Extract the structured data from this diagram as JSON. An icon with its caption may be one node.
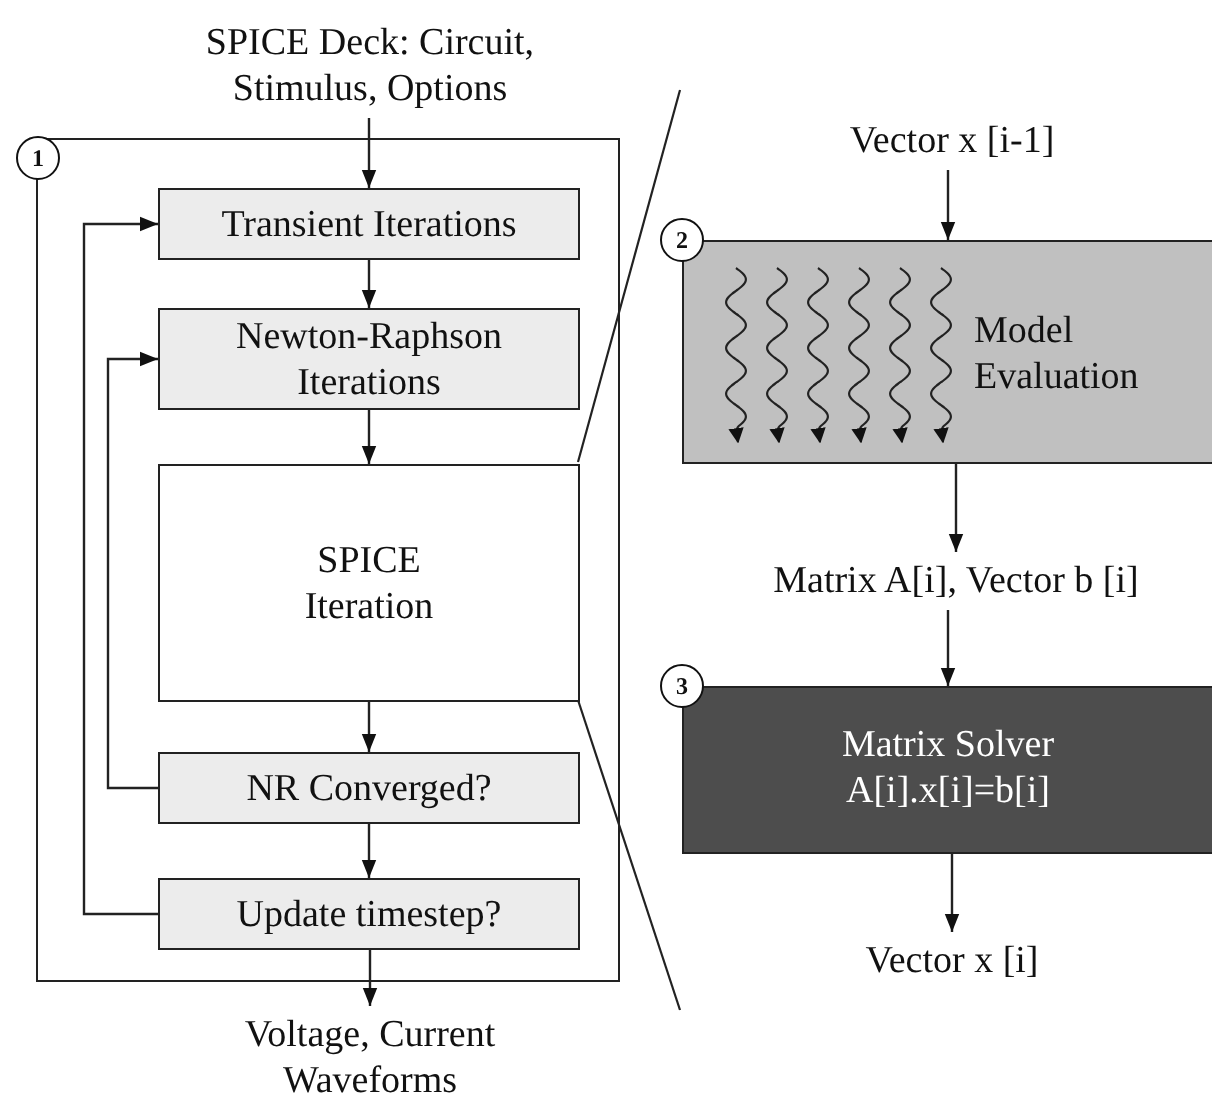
{
  "diagram": {
    "nodes": [
      {
        "text": [
          "SPICE Deck: Circuit, Stimulus, Options"
        ]
      },
      {
        "text": [
          "1"
        ]
      },
      {
        "text": [
          "Transient Iterations"
        ],
        "in": 1
      },
      {
        "text": [
          "Newton-Raphson Iterations"
        ],
        "in": 1
      },
      {
        "text": [
          "SPICE Iteration"
        ],
        "in": 1
      },
      {
        "text": [
          "NR Converged?"
        ],
        "in": 1
      },
      {
        "text": [
          "Update timestep?"
        ],
        "in": 1
      },
      {
        "text": [
          "Voltage, Current Waveforms"
        ]
      },
      {
        "text": [
          "Vector x [i-1]"
        ]
      },
      {
        "text": [
          "2",
          "Model Evaluation"
        ]
      },
      {
        "text": [
          "Matrix A[i], Vector b [i]"
        ]
      },
      {
        "text": [
          "3",
          "Matrix Solver A[i].x[i]=b[i]"
        ]
      },
      {
        "text": [
          "Vector x [i]"
        ]
      }
    ],
    "edges": [
      {
        "from": 0,
        "to": 2,
        "arrow": "to"
      },
      {
        "from": 2,
        "to": 3,
        "arrow": "to"
      },
      {
        "from": 3,
        "to": 4,
        "arrow": "to"
      },
      {
        "from": 4,
        "to": 5,
        "arrow": "to"
      },
      {
        "from": 5,
        "to": 6,
        "arrow": "to"
      },
      {
        "from": 6,
        "to": 7,
        "arrow": "to"
      },
      {
        "from": 5,
        "to": 3,
        "arrow": "to"
      },
      {
        "from": 6,
        "to": 2,
        "arrow": "to"
      },
      {
        "from": 8,
        "to": 9,
        "arrow": "to"
      },
      {
        "from": 9,
        "to": 10,
        "arrow": "to"
      },
      {
        "from": 10,
        "to": 11,
        "arrow": "to"
      },
      {
        "from": 11,
        "to": 12,
        "arrow": "to"
      }
    ]
  }
}
